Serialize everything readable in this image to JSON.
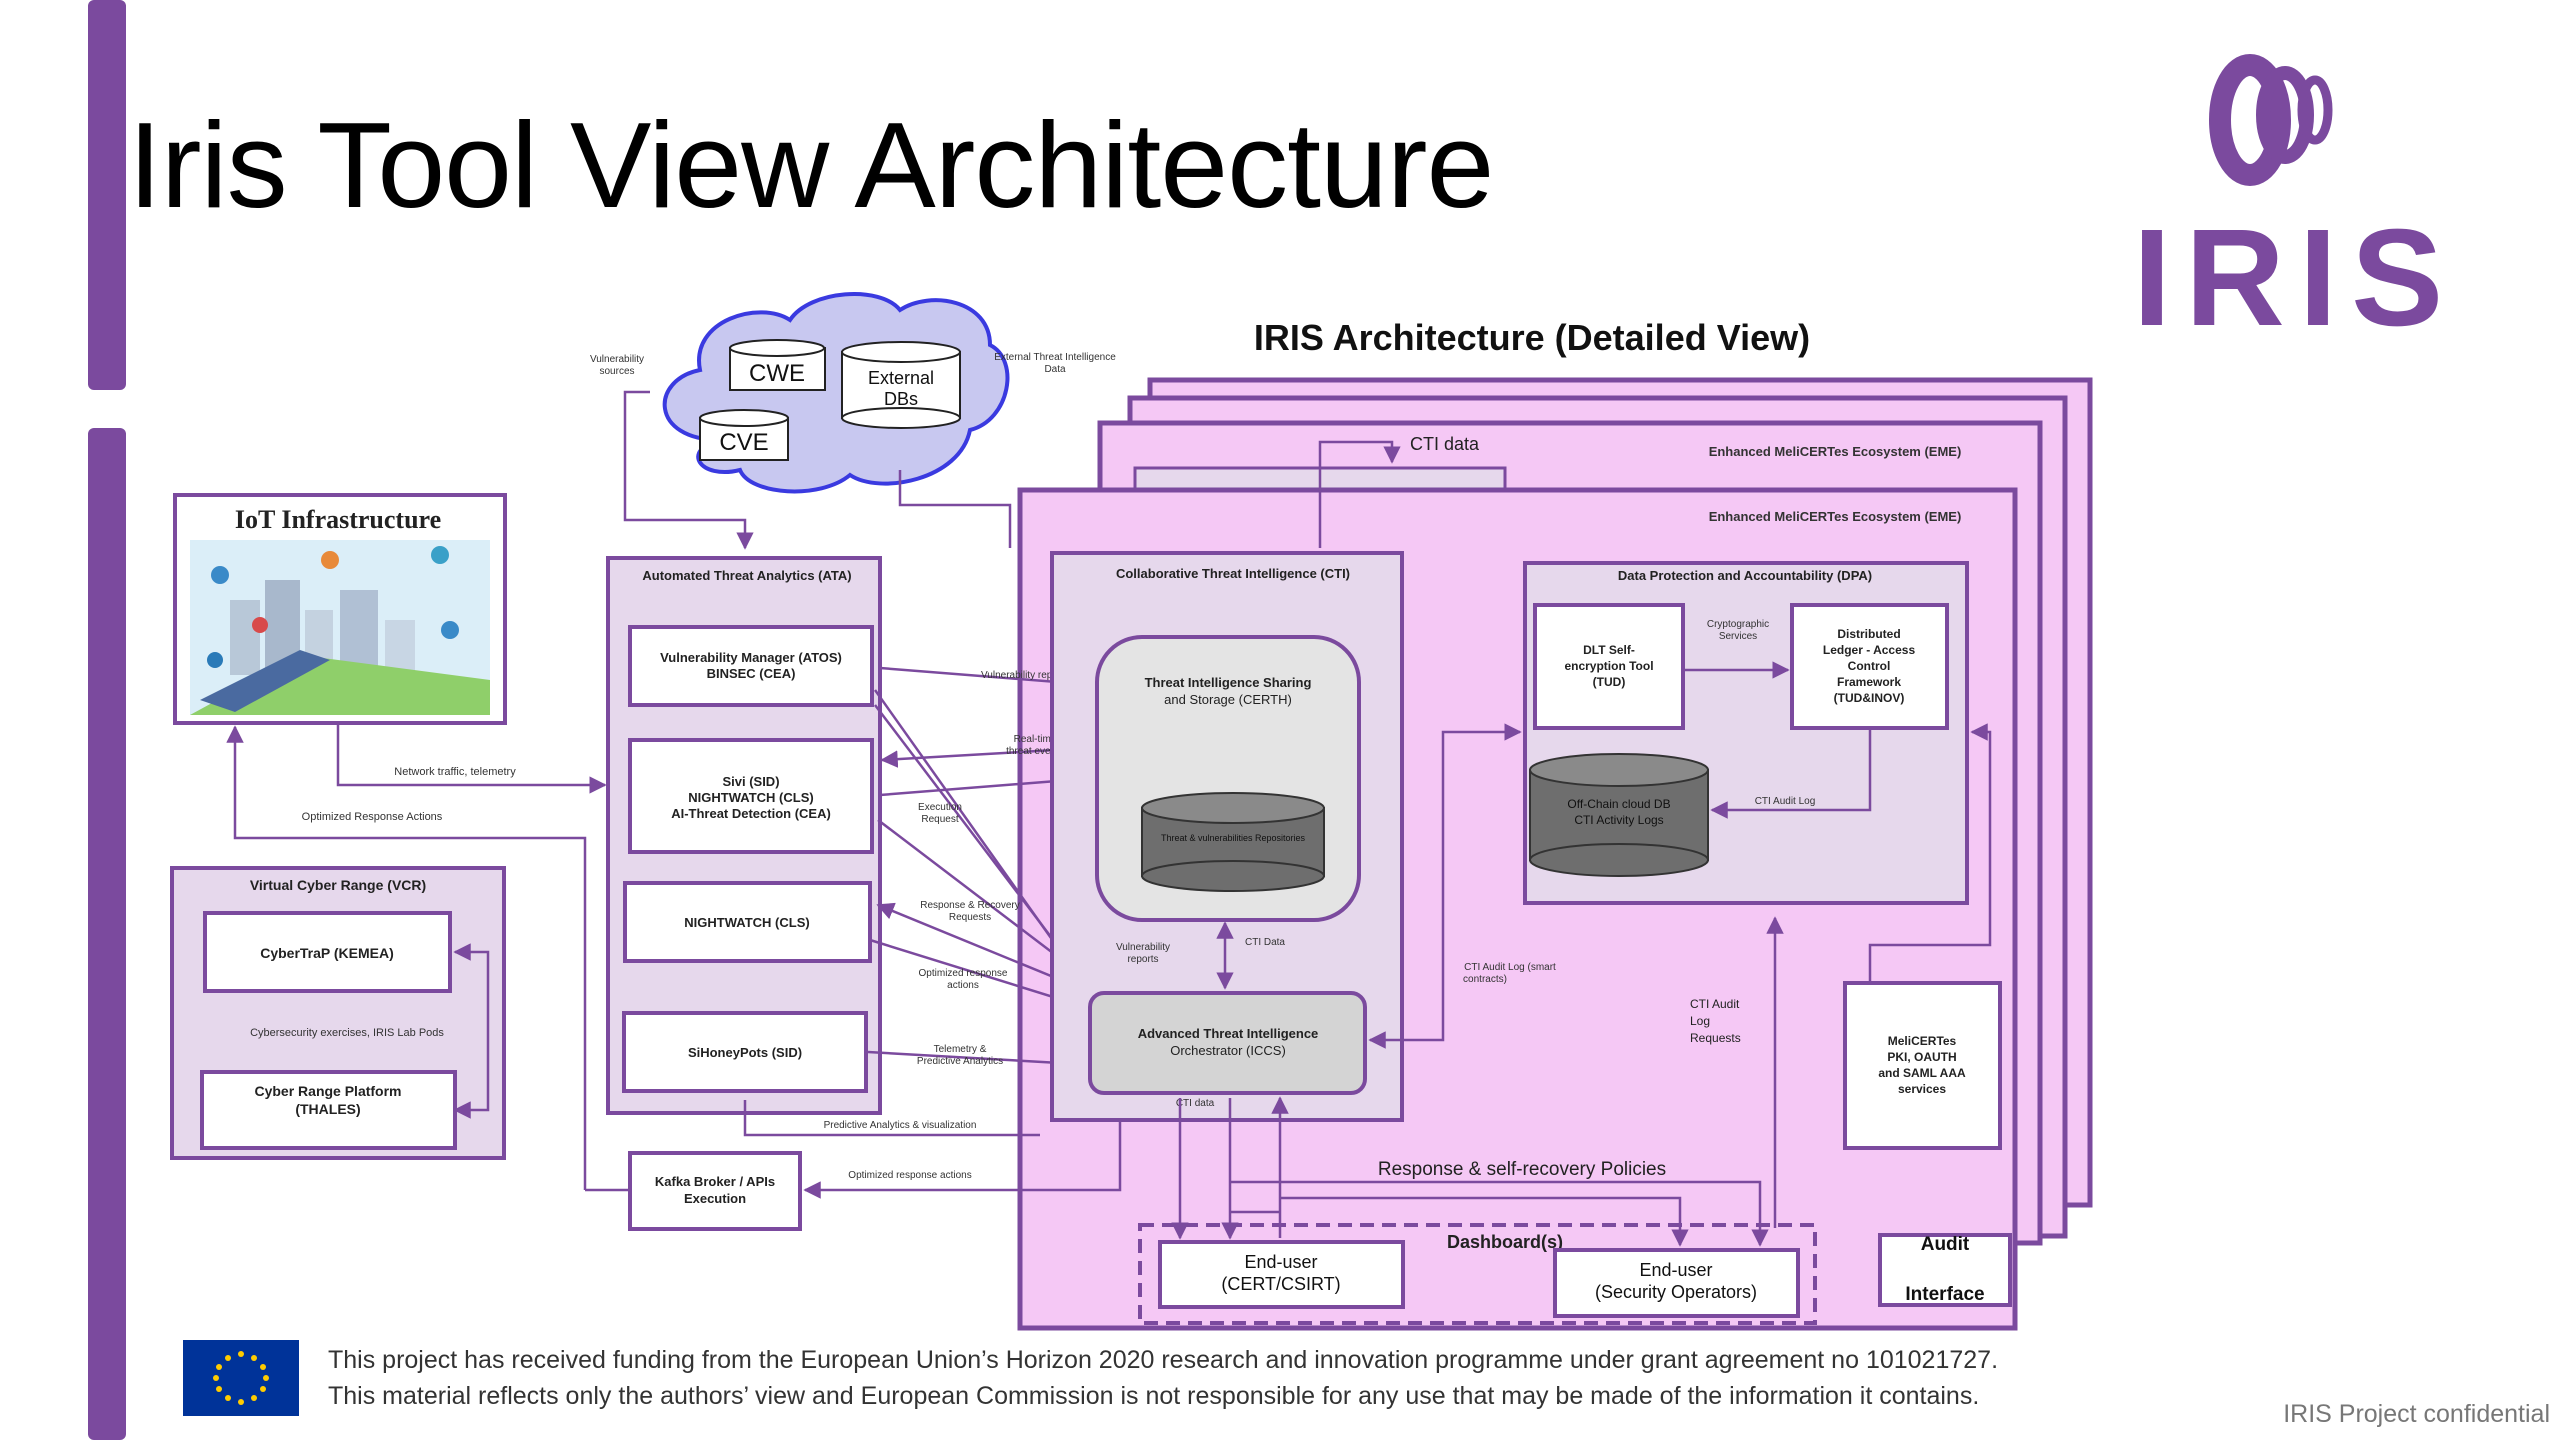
{
  "slide": {
    "title": "Iris Tool View Architecture",
    "logo_text": "IRIS",
    "footer_line1": "This project has received funding from the European Union’s Horizon 2020 research and innovation programme under grant agreement no 101021727.",
    "footer_line2": "This material reflects only the authors’ view and European Commission is not responsible for any use that may be made of the information it contains.",
    "confidential": "IRIS Project confidential"
  },
  "colors": {
    "accent_purple": "#7b4a9e",
    "pink_fill": "#f5c8f5",
    "lavender_fill": "#e6d8ec",
    "cloud_fill": "#c8c8f0",
    "eu_blue": "#003399",
    "eu_star": "#ffcc00"
  },
  "diagram": {
    "title": "IRIS Architecture (Detailed View)",
    "cloud": {
      "cwe": "CWE",
      "external_dbs_line1": "External",
      "external_dbs_line2": "DBs",
      "cve": "CVE",
      "vuln_sources_line1": "Vulnerability",
      "vuln_sources_line2": "sources",
      "ext_threat_line1": "External Threat Intelligence",
      "ext_threat_line2": "Data"
    },
    "iot": {
      "title": "IoT Infrastructure"
    },
    "vcr": {
      "title": "Virtual Cyber Range (VCR)",
      "cybertrap": "CyberTraP (KEMEA)",
      "exercises": "Cybersecurity exercises, IRIS Lab Pods",
      "platform_line1": "Cyber Range Platform",
      "platform_line2": "(THALES)"
    },
    "ata": {
      "title": "Automated Threat Analytics (ATA)",
      "vuln_manager_line1": "Vulnerability Manager (ATOS)",
      "vuln_manager_line2": "BINSEC (CEA)",
      "sivi_line1": "Sivi (SID)",
      "sivi_line2": "NIGHTWATCH (CLS)",
      "sivi_line3": "AI-Threat Detection (CEA)",
      "nightwatch": "NIGHTWATCH (CLS)",
      "sihoneypots": "SiHoneyPots (SID)"
    },
    "kafka": {
      "line1": "Kafka Broker / APIs",
      "line2": "Execution"
    },
    "cti_data_top": "CTI data",
    "eme_label": "Enhanced MeliCERTes Ecosystem (EME)",
    "cti": {
      "title": "Collaborative Threat Intelligence (CTI)",
      "sharing_line1": "Threat Intelligence Sharing",
      "sharing_line2": "and Storage (CERTH)",
      "repository": "Threat & vulnerabilities Repositories",
      "orchestrator_line1": "Advanced Threat Intelligence",
      "orchestrator_line2": "Orchestrator (ICCS)"
    },
    "dpa": {
      "title": "Data Protection and Accountability (DPA)",
      "dlt_line1": "DLT Self-",
      "dlt_line2": "encryption Tool",
      "dlt_line3": "(TUD)",
      "crypto_line1": "Cryptographic",
      "crypto_line2": "Services",
      "ledger_line1": "Distributed",
      "ledger_line2": "Ledger - Access",
      "ledger_line3": "Control",
      "ledger_line4": "Framework",
      "ledger_line5": "(TUD&INOV)",
      "offchain_line1": "Off-Chain cloud DB",
      "offchain_line2": "CTI Activity Logs",
      "audit_log": "CTI Audit Log"
    },
    "meli": {
      "line1": "MeliCERTes",
      "line2": "PKI, OAUTH",
      "line3": "and SAML AAA",
      "line4": "services"
    },
    "flow_labels": {
      "network_traffic": "Network traffic, telemetry",
      "optimized_response": "Optimized Response Actions",
      "vulnerability_reports": "Vulnerability reports",
      "realtime_line1": "Real-time",
      "realtime_line2": "threat events",
      "execution_line1": "Execution",
      "execution_line2": "Request",
      "response_req_line1": "Response & Recovery",
      "response_req_line2": "Requests",
      "optimized_response2_line1": "Optimized response",
      "optimized_response2_line2": "actions",
      "telemetry_line1": "Telemetry &",
      "telemetry_line2": "Predictive Analytics",
      "predictive": "Predictive Analytics & visualization",
      "optimized_actions": "Optimized response actions",
      "vuln_reports2_line1": "Vulnerability",
      "vuln_reports2_line2": "reports",
      "cti_data_mid": "CTI Data",
      "cti_data_low": "CTI data",
      "cti_audit_smart_line1": "CTI Audit Log (smart",
      "cti_audit_smart_line2": "contracts)",
      "cti_audit_req_line1": "CTI Audit",
      "cti_audit_req_line2": "Log",
      "cti_audit_req_line3": "Requests",
      "response_policies": "Response & self-recovery Policies"
    },
    "dashboard": {
      "title": "Dashboard(s)",
      "enduser_cert_line1": "End-user",
      "enduser_cert_line2": "(CERT/CSIRT)",
      "enduser_sec_line1": "End-user",
      "enduser_sec_line2": "(Security Operators)",
      "audit_line1": "Audit",
      "audit_line2": "Interface"
    }
  }
}
